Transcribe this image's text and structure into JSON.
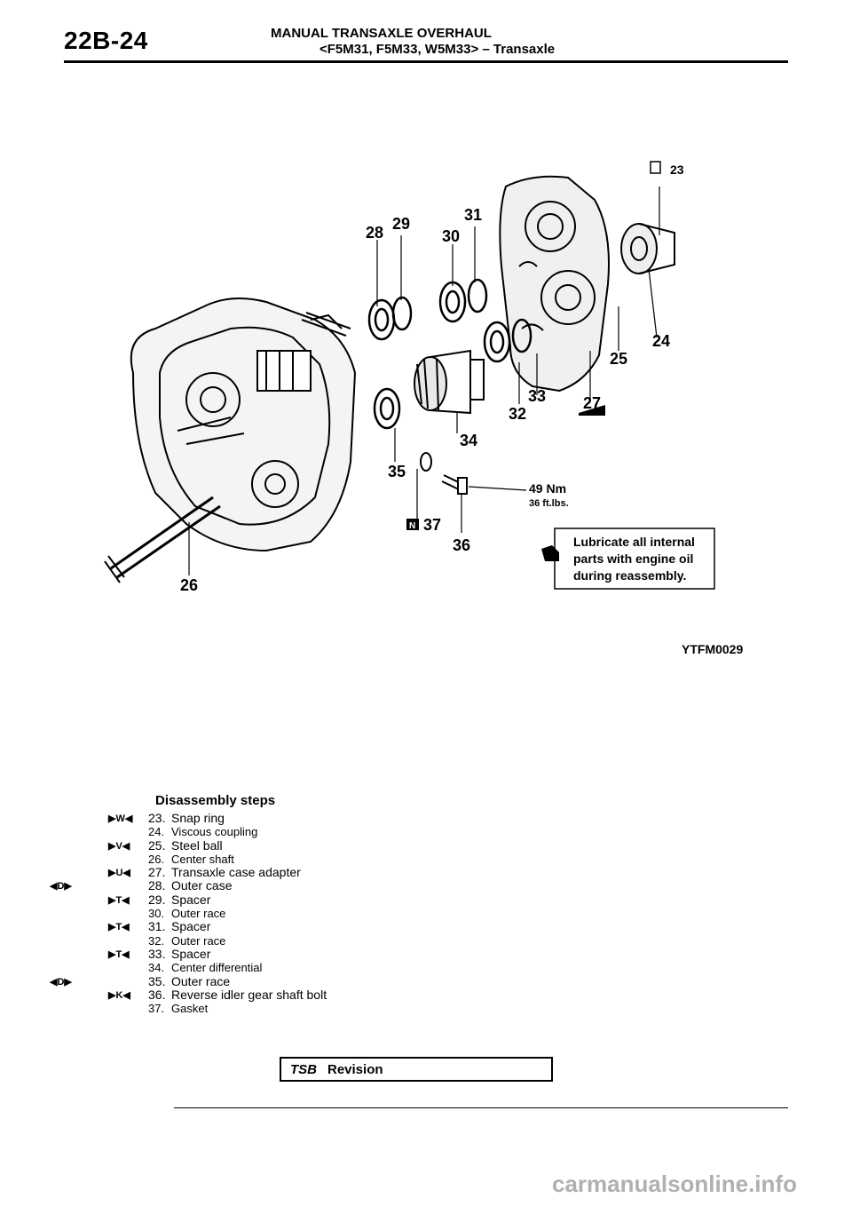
{
  "header": {
    "section_code": "22B-24",
    "title": "MANUAL TRANSAXLE OVERHAUL",
    "subtitle": "<F5M31, F5M33, W5M33> – Transaxle"
  },
  "diagram": {
    "part_labels": [
      "23",
      "24",
      "25",
      "26",
      "27",
      "28",
      "29",
      "30",
      "31",
      "32",
      "33",
      "34",
      "35",
      "36",
      "37"
    ],
    "torque_nm": "49 Nm",
    "torque_ftlbs": "36 ft.lbs.",
    "note_lines": [
      "Lubricate all internal",
      "parts with engine oil",
      "during reassembly."
    ],
    "figure_code": "YTFM0029",
    "gasket_symbol": "N"
  },
  "steps": {
    "heading": "Disassembly steps",
    "items": [
      {
        "badge": "▶W◀",
        "number": "23.",
        "text": "Snap ring"
      },
      {
        "badge": "",
        "number": "24.",
        "text": "Viscous  coupling"
      },
      {
        "badge": "▶V◀",
        "number": "25.",
        "text": "Steel ball"
      },
      {
        "badge": "",
        "number": "26.",
        "text": "Center  shaft"
      },
      {
        "badge": "▶U◀",
        "number": "27.",
        "text": "Transaxle case adapter"
      },
      {
        "badge": "◀D▶",
        "number": "28.",
        "text": "Outer case"
      },
      {
        "badge": "▶T◀",
        "number": "29.",
        "text": "Spacer"
      },
      {
        "badge": "",
        "number": "30.",
        "text": "Outer race"
      },
      {
        "badge": "▶T◀",
        "number": "31.",
        "text": "Spacer"
      },
      {
        "badge": "",
        "number": "32.",
        "text": "Outer race"
      },
      {
        "badge": "▶T◀",
        "number": "33.",
        "text": "Spacer"
      },
      {
        "badge": "",
        "number": "34.",
        "text": "Center  differential"
      },
      {
        "badge": "◀D▶",
        "number": "35.",
        "text": "Outer race"
      },
      {
        "badge": "▶K◀",
        "number": "36.",
        "text": "Reverse  idler gear shaft bolt"
      },
      {
        "badge": "",
        "number": "37.",
        "text": "Gasket"
      }
    ]
  },
  "footer": {
    "tsb": "TSB",
    "revision": "Revision",
    "watermark": "carmanualsonline.info"
  }
}
